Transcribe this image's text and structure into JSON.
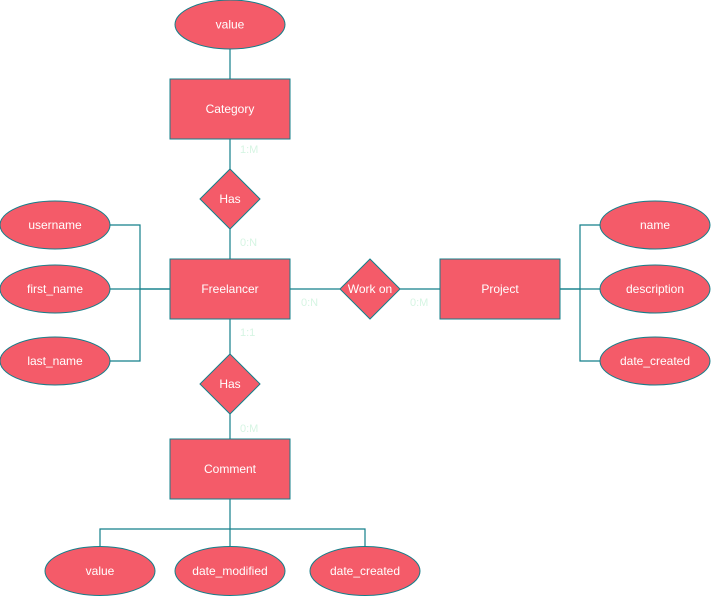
{
  "diagram": {
    "entities": {
      "category": "Category",
      "freelancer": "Freelancer",
      "project": "Project",
      "comment": "Comment"
    },
    "relationships": {
      "category_has": "Has",
      "work_on": "Work on",
      "comment_has": "Has"
    },
    "attributes": {
      "category_value": "value",
      "username": "username",
      "first_name": "first_name",
      "last_name": "last_name",
      "project_name": "name",
      "project_description": "description",
      "project_date_created": "date_created",
      "comment_value": "value",
      "comment_date_modified": "date_modified",
      "comment_date_created": "date_created"
    },
    "cardinalities": {
      "category_side": "1:M",
      "freelancer_category_side": "0:N",
      "freelancer_project_side": "0:N",
      "project_side": "0:M",
      "freelancer_comment_side": "1:1",
      "comment_side": "0:M"
    }
  },
  "colors": {
    "shape_fill": "#f45b69",
    "line": "#137f8a",
    "label": "#ffffff",
    "cardinality": "#d6f5e3"
  }
}
